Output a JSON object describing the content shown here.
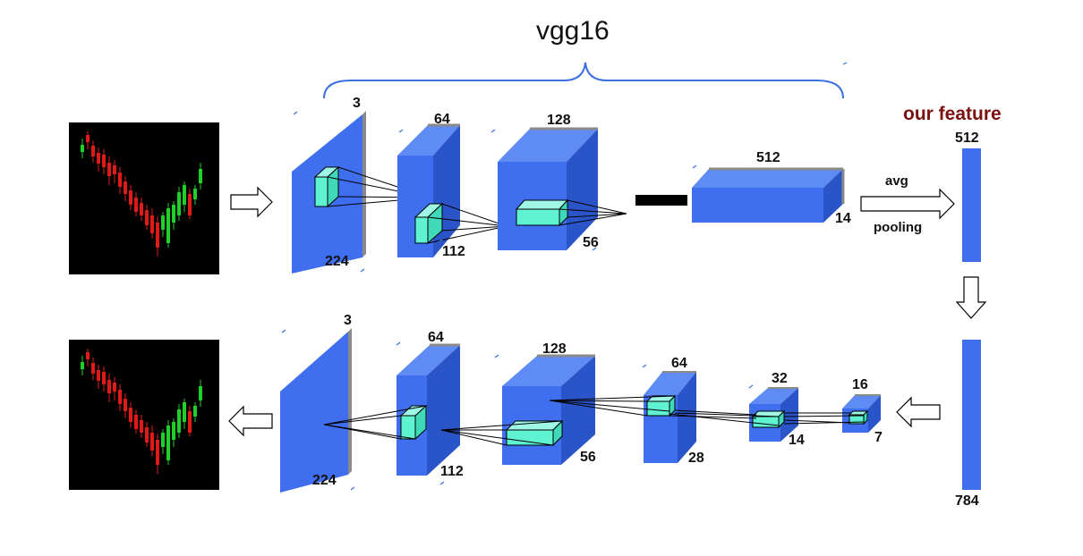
{
  "title": "vgg16",
  "feature_title": "our feature",
  "colors": {
    "layer_front": "#3f6fee",
    "layer_side": "#2a55c8",
    "layer_top": "#5f8bf5",
    "layer_edge": "#8a8a8a",
    "kernel": "#5ff3d2",
    "bracket": "#3a6fe0",
    "feature_title": "#7a1010",
    "chart_bg": "#000000",
    "candle_up": "#1fd02a",
    "candle_down": "#e01a1a"
  },
  "encoder": {
    "layers": [
      {
        "channels": "3",
        "size": "224"
      },
      {
        "channels": "64",
        "size": "112"
      },
      {
        "channels": "128",
        "size": "56"
      },
      {
        "channels": "512",
        "size": "14"
      }
    ],
    "pool_label_top": "avg",
    "pool_label_bottom": "pooling"
  },
  "feature_vectors": {
    "top": "512",
    "bottom": "784"
  },
  "decoder": {
    "layers": [
      {
        "channels": "3",
        "size": "224"
      },
      {
        "channels": "64",
        "size": "112"
      },
      {
        "channels": "128",
        "size": "56"
      },
      {
        "channels": "64",
        "size": "28"
      },
      {
        "channels": "32",
        "size": "14"
      },
      {
        "channels": "16",
        "size": "7"
      }
    ]
  }
}
